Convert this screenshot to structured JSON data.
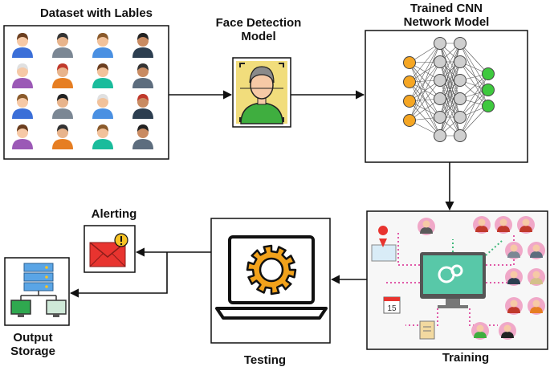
{
  "labels": {
    "dataset": "Dataset with Lables",
    "face_detection_line1": "Face Detection",
    "face_detection_line2": "Model",
    "cnn_line1": "Trained CNN",
    "cnn_line2": "Network Model",
    "training": "Training",
    "testing": "Testing",
    "alerting": "Alerting",
    "output_line1": "Output",
    "output_line2": "Storage"
  },
  "training_calendar_day": "15",
  "colors": {
    "arrow": "#111111",
    "box_border": "#111111",
    "input_nodes": "#f5a623",
    "hidden_nodes": "#cfcfcf",
    "output_nodes": "#3ec93e",
    "face_scan_bg": "#f1dd7c",
    "face_shirt": "#3fae3f",
    "gear": "#f2a21b",
    "alert_envelope": "#e8342f",
    "alert_badge": "#f7c325",
    "server_blue": "#5aa5e6",
    "monitor_green": "#2fa84f"
  },
  "icons": [
    "people-grid-icon",
    "face-scan-icon",
    "neural-network-icon",
    "training-network-icon",
    "gear-laptop-icon",
    "alert-envelope-icon",
    "server-storage-icon"
  ]
}
